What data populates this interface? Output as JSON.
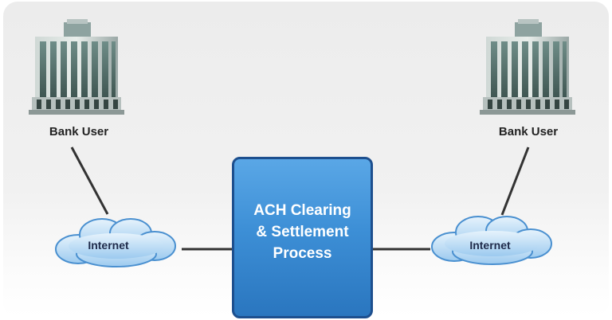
{
  "diagram": {
    "bank_left": {
      "label": "Bank User",
      "icon": "bank-building-icon"
    },
    "bank_right": {
      "label": "Bank User",
      "icon": "bank-building-icon"
    },
    "cloud_left": {
      "label": "Internet",
      "icon": "cloud-icon"
    },
    "cloud_right": {
      "label": "Internet",
      "icon": "cloud-icon"
    },
    "process": {
      "label": "ACH Clearing\n& Settlement\nProcess"
    },
    "colors": {
      "process_fill": "#3d8fd6",
      "process_border": "#1d4f8e",
      "cloud_fill": "#a9d4f4",
      "cloud_border": "#4a90d0",
      "connector": "#333333"
    }
  }
}
